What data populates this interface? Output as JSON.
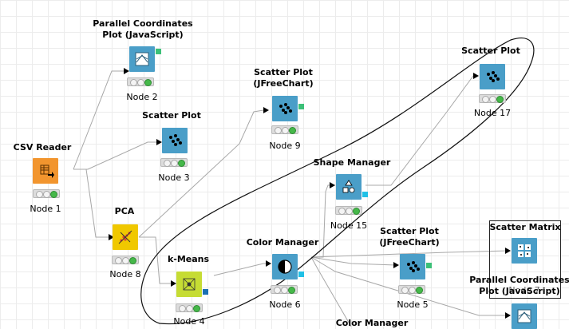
{
  "nodes": {
    "csv_reader": {
      "title": "CSV Reader",
      "label": "Node 1"
    },
    "pca": {
      "title": "PCA",
      "label": "Node 8"
    },
    "parallel_coords_top": {
      "title": "Parallel Coordinates\nPlot (JavaScript)",
      "label": "Node 2"
    },
    "scatter_plot_3": {
      "title": "Scatter Plot",
      "label": "Node 3"
    },
    "scatter_plot_jfree_9": {
      "title": "Scatter Plot\n(JFreeChart)",
      "label": "Node 9"
    },
    "scatter_plot_17": {
      "title": "Scatter Plot",
      "label": "Node 17"
    },
    "shape_manager": {
      "title": "Shape Manager",
      "label": "Node 15"
    },
    "color_manager": {
      "title": "Color Manager",
      "label": "Node 6"
    },
    "k_means": {
      "title": "k-Means",
      "label": "Node 4"
    },
    "scatter_plot_jfree_5": {
      "title": "Scatter Plot\n(JFreeChart)",
      "label": "Node 5"
    },
    "scatter_matrix": {
      "title": "Scatter Matrix",
      "label": "Node 7"
    },
    "parallel_coords_bottom": {
      "title": "Parallel Coordinates\nPlot (JavaScript)",
      "label": ""
    },
    "color_manager_bottom": {
      "title": "Color Manager",
      "label": ""
    }
  },
  "colors": {
    "reader": "#f2952e",
    "learner": "#f0c800",
    "kmeans": "#c6dc34",
    "view": "#4a9ec8",
    "edge": "#a8a8a8",
    "annotation": "#111111"
  }
}
